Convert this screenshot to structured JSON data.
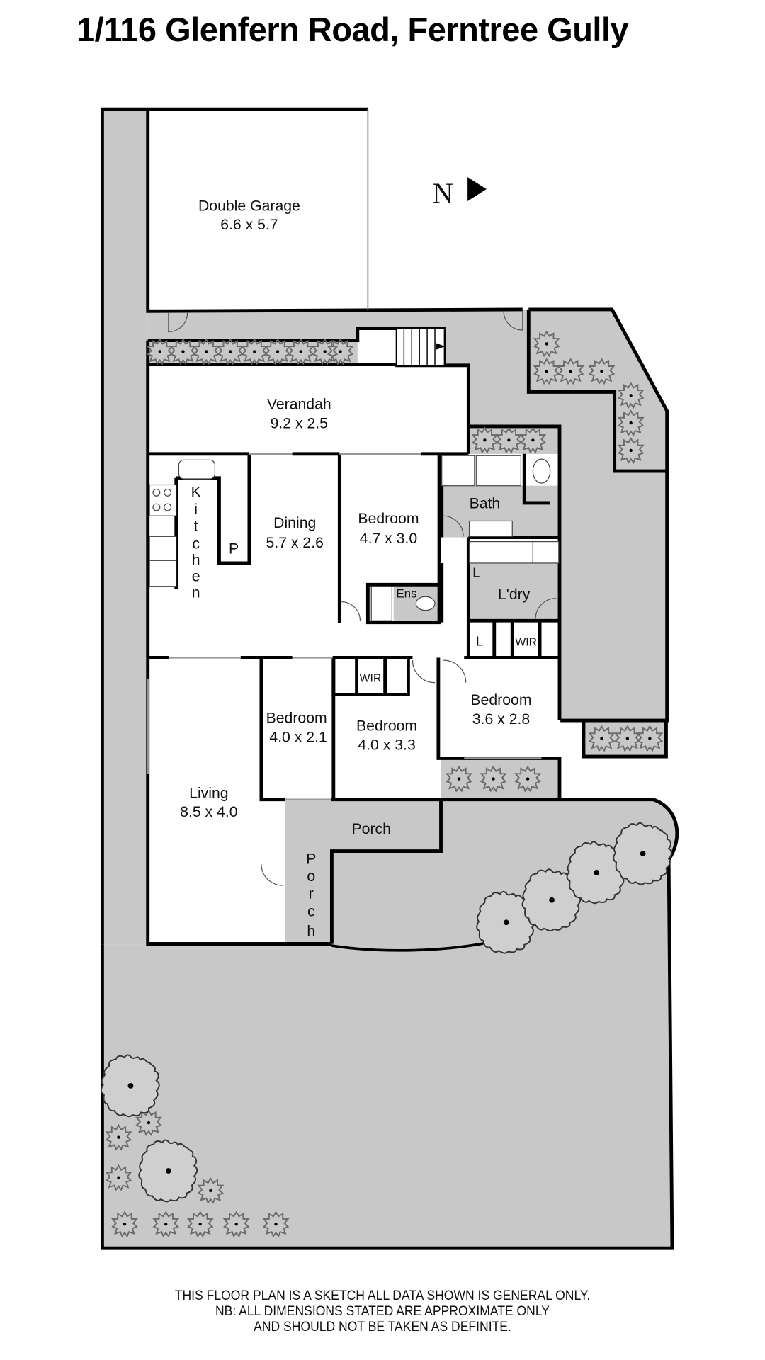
{
  "header": {
    "title": "1/116 Glenfern Road, Ferntree Gully"
  },
  "compass": {
    "letter": "N",
    "icon": "north-arrow-icon"
  },
  "rooms": {
    "garage": {
      "name": "Double Garage",
      "dims": "6.6 x 5.7"
    },
    "verandah": {
      "name": "Verandah",
      "dims": "9.2 x 2.5"
    },
    "kitchen": {
      "name": "Kitchen",
      "letters": [
        "K",
        "i",
        "t",
        "c",
        "h",
        "e",
        "n"
      ]
    },
    "pantry": {
      "name": "P"
    },
    "dining": {
      "name": "Dining",
      "dims": "5.7 x 2.6"
    },
    "bedroom1": {
      "name": "Bedroom",
      "dims": "4.7 x 3.0"
    },
    "ensuite": {
      "name": "Ens"
    },
    "bath": {
      "name": "Bath"
    },
    "laundry": {
      "name": "L'dry"
    },
    "linen1": {
      "name": "L"
    },
    "linen2": {
      "name": "L"
    },
    "wir1": {
      "name": "WIR"
    },
    "wir2": {
      "name": "WIR"
    },
    "bedroom2": {
      "name": "Bedroom",
      "dims": "3.6 x 2.8"
    },
    "bedroom3": {
      "name": "Bedroom",
      "dims": "4.0 x 2.1"
    },
    "bedroom4": {
      "name": "Bedroom",
      "dims": "4.0 x 3.3"
    },
    "living": {
      "name": "Living",
      "dims": "8.5 x 4.0"
    },
    "porch": {
      "name": "Porch"
    },
    "porch_side": {
      "name": "Porch",
      "letters": [
        "P",
        "o",
        "r",
        "c",
        "h"
      ]
    }
  },
  "colors": {
    "wall": "#000000",
    "outdoor": "#c9c8c9",
    "interior": "#ffffff",
    "shrub": "#666666"
  },
  "footer": {
    "disclaimer": [
      "THIS FLOOR PLAN IS A SKETCH ALL DATA SHOWN IS GENERAL ONLY.",
      "NB: ALL DIMENSIONS STATED ARE APPROXIMATE ONLY",
      "AND SHOULD NOT BE TAKEN AS DEFINITE."
    ]
  }
}
